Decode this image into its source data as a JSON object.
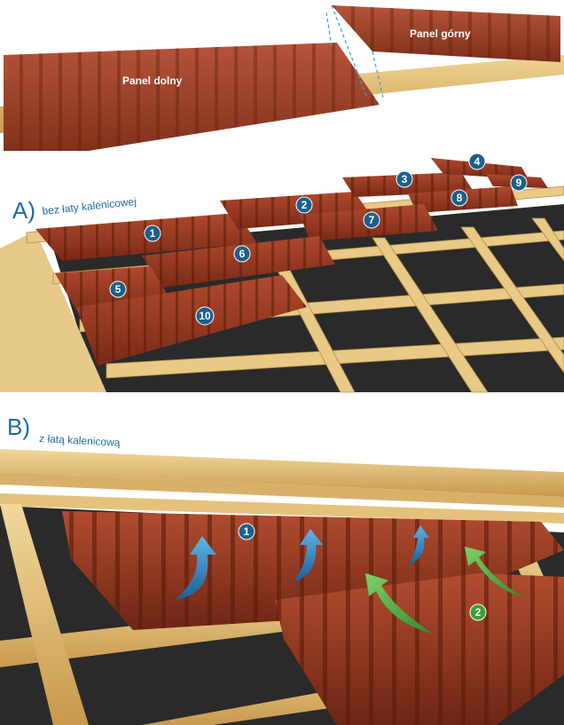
{
  "top": {
    "lower_panel_label": "Panel dolny",
    "upper_panel_label": "Panel górny"
  },
  "section_a": {
    "letter": "A)",
    "caption": "bez łaty kalenicowej",
    "badges": [
      "1",
      "2",
      "3",
      "4",
      "5",
      "6",
      "7",
      "8",
      "9",
      "10"
    ]
  },
  "section_b": {
    "letter": "B)",
    "caption": "z łatą kalenicową",
    "badges": [
      "1",
      "2"
    ]
  },
  "colors": {
    "tile": "#a8462a",
    "tile_dark": "#6e2614",
    "wood": "#e3c07a",
    "membrane": "#2b2b2b",
    "badge_blue": "#1d5f8c",
    "badge_green": "#3aa035",
    "arrow_blue": "#2b7fc1",
    "arrow_green": "#3aa035",
    "accent_text": "#1f6aa5"
  }
}
